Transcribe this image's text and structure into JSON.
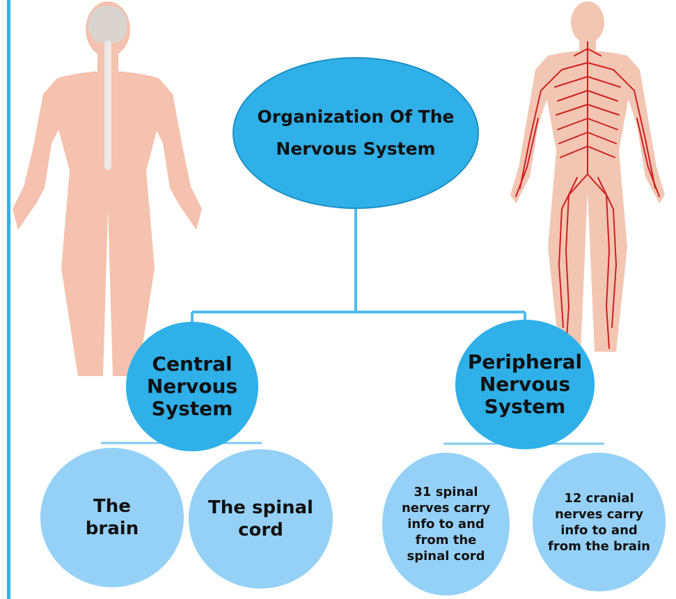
{
  "diagram": {
    "root": {
      "label": "Organization Of The Nervous System"
    },
    "central": {
      "label": "Central Nervous System"
    },
    "peripheral": {
      "label": "Peripheral Nervous System"
    },
    "central_children": [
      {
        "label": "The brain"
      },
      {
        "label": "The spinal cord"
      }
    ],
    "peripheral_children": [
      {
        "label": "31 spinal nerves carry info to and from the spinal cord"
      },
      {
        "label": "12 cranial nerves carry info to and from the brain"
      }
    ]
  },
  "colors": {
    "node_primary": "#2fb0e8",
    "node_secondary": "#95d1f7",
    "connector": "#4dbbec",
    "skin": "#f4c2ae",
    "nerves": "#d01f1f",
    "brain": "#d9d4d0"
  },
  "illustrations": {
    "left": "human-body-cns-illustration",
    "right": "human-body-nerves-illustration"
  }
}
